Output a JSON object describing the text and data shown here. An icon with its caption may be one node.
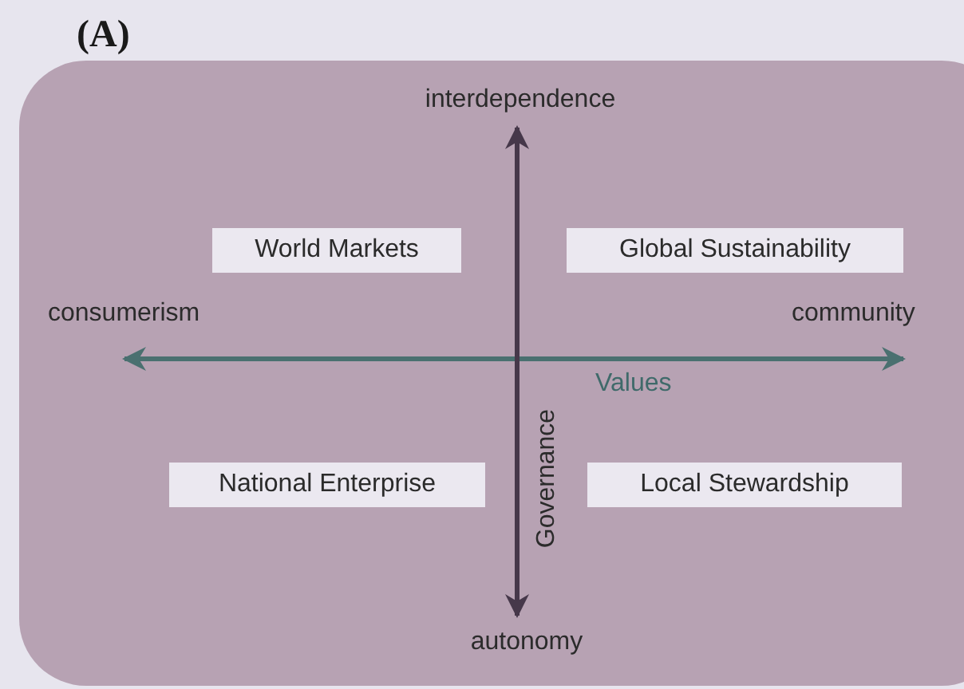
{
  "diagram": {
    "nodes": [
      {
        "text": [
          "World Markets"
        ]
      },
      {
        "text": [
          "Global Sustainability"
        ]
      },
      {
        "text": [
          "National Enterprise"
        ]
      },
      {
        "text": [
          "Local Stewardship"
        ]
      }
    ],
    "labels": [
      "(A)",
      "interdependence",
      "consumerism",
      "community",
      "Values",
      "Governance",
      "autonomy"
    ]
  }
}
